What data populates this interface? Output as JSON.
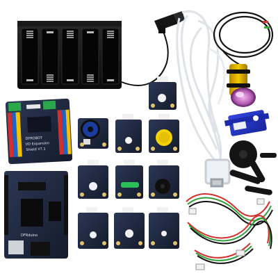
{
  "shield_labels": {
    "brand": "DFROBOT",
    "title": "I/O Expansion",
    "subtitle": "Shield V7.1"
  },
  "board_labels": {
    "brand": "DFRduino"
  },
  "colors": {
    "background": "#ffffff",
    "module_blue": "#1f2a44",
    "pin_header_red": "#d32f2f",
    "pin_header_blue": "#1e63c6",
    "pin_header_yellow": "#f2c200",
    "pin_header_green": "#2e9d3a",
    "screw_terminal_green": "#2aa84a",
    "battery_holder_black": "#121212",
    "servo_blue": "#2436c9",
    "sensor_yellow": "#e0b400",
    "usb_cable_white": "#e9ecef"
  }
}
